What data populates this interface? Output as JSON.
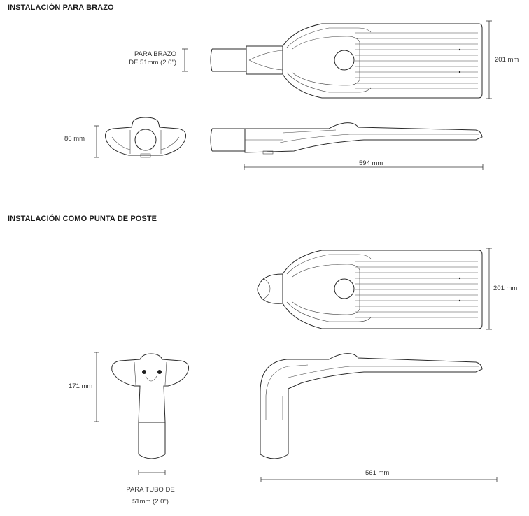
{
  "sections": {
    "arm": {
      "title": "INSTALACIÓN PARA BRAZO",
      "mount_label_line1": "PARA BRAZO",
      "mount_label_line2": "DE 51mm (2.0\")",
      "width_label": "201 mm",
      "height_label": "86 mm",
      "length_label": "594 mm"
    },
    "post_top": {
      "title": "INSTALACIÓN COMO PUNTA DE POSTE",
      "width_label": "201 mm",
      "height_label": "171 mm",
      "length_label": "561 mm",
      "tube_label_line1": "PARA TUBO DE",
      "tube_label_line2": "51mm (2.0\")"
    }
  }
}
